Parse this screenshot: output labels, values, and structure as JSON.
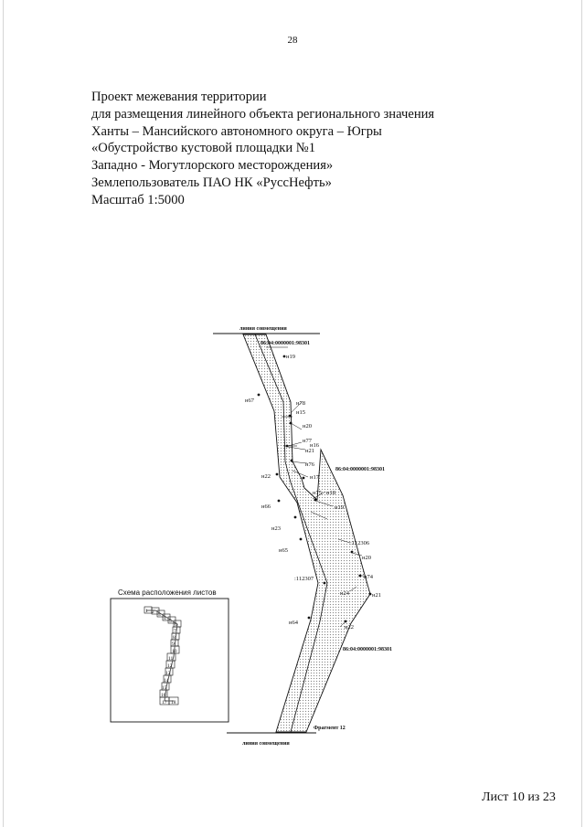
{
  "page": {
    "number": "28",
    "sheet_label": "Лист 10 из 23"
  },
  "title_lines": [
    "Проект межевания территории",
    "для размещения линейного объекта регионального значения",
    "Ханты – Мансийского автономного округа – Югры",
    "«Обустройство кустовой площадки №1",
    "Западно - Могутлорского месторождения»",
    "Землепользователь ПАО НК «РуссНефть»",
    "Масштаб 1:5000"
  ],
  "map": {
    "match_line_top": "линия совмещения",
    "match_line_bottom": "линия совмещения",
    "fragment_label": "Фрагмент 12",
    "cadastral_numbers": [
      "86:04:0000001:98301",
      "86:04:0000001:98301",
      "86:04:0000001:98301"
    ],
    "parcel_labels": [
      ":112306",
      ":112307"
    ],
    "point_labels": {
      "n19a": "н19",
      "n67": "н67",
      "n78": "н78",
      "n15": "н15",
      "n20a": "н20",
      "n77": "н77",
      "n16": "н16",
      "n21a": "н21",
      "n76": "н76",
      "n22a": "н22",
      "n17": "н17",
      "n75": "н75",
      "n18": "н18",
      "n66": "н66",
      "n19b": "н19",
      "n23": "н23",
      "n65": "н65",
      "n20b": "н20",
      "n74": "н74",
      "n24": "н24",
      "n21b": "н21",
      "n64": "н64",
      "n22b": "н22"
    }
  },
  "schema": {
    "title": "Схема расположения листов",
    "sheet_numbers": [
      "1",
      "2",
      "3",
      "4",
      "5",
      "6",
      "7",
      "8",
      "9",
      "10",
      "11",
      "12",
      "13",
      "14",
      "15",
      "16",
      "17",
      "18"
    ]
  }
}
